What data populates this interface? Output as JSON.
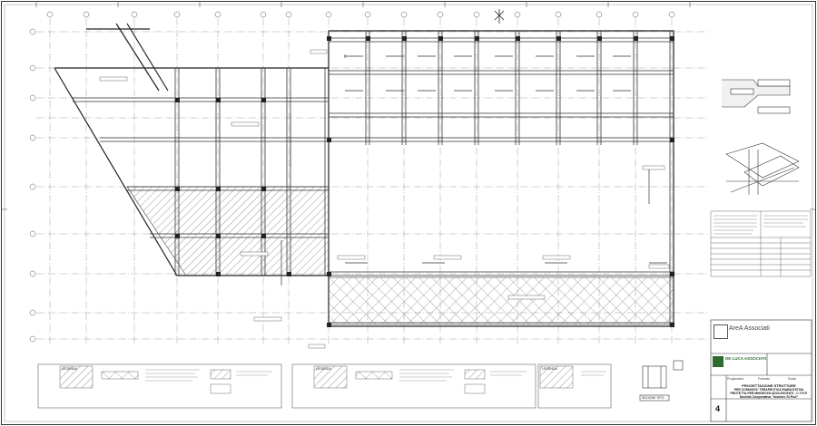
{
  "title_block": {
    "firm_logo_text": "AreA Associati",
    "firm2_logo_text": "DE LUCA ASSOCIATI",
    "project_type": "PROGETTAZIONE STRUTTURE",
    "project_line1": "PER COMUNITA' TERAPEUTICA RIABILITATIVA",
    "project_line2": "PROTETTA PER MINORI ED ADOLESCENTI - C.T.R.P.",
    "client": "Società Cooperativa \"Insieme Si Può\"",
    "sheet_number": "4",
    "col_progressivo": "Progressivo",
    "col_formato": "Formato",
    "col_scala": "Scala"
  },
  "legend_boxes": [
    {
      "title": "LEGENDA"
    },
    {
      "title": "LEGENDA"
    },
    {
      "title": "LEGENDA"
    }
  ],
  "section_label": "SEZIONE TIPO"
}
